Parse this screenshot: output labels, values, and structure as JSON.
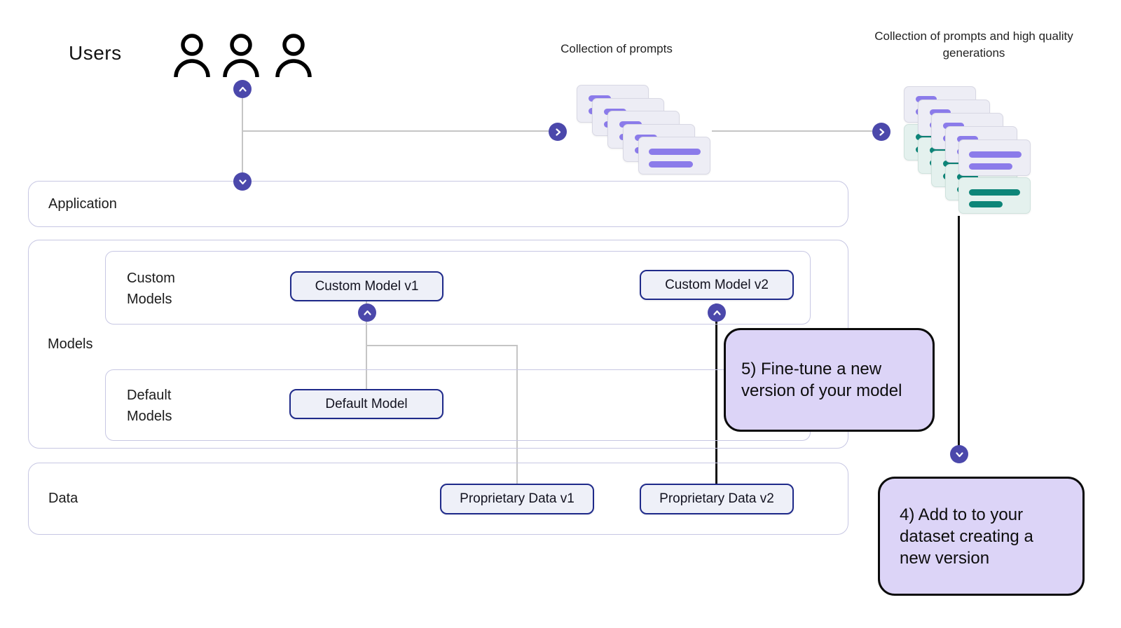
{
  "labels": {
    "users": "Users",
    "collection_of_prompts": "Collection of prompts",
    "collection_of_generations": "Collection of prompts and high quality generations"
  },
  "sections": {
    "application": "Application",
    "models": "Models",
    "custom_models_line1": "Custom",
    "custom_models_line2": "Models",
    "default_models_line1": "Default",
    "default_models_line2": "Models",
    "data": "Data"
  },
  "nodes": {
    "custom_model_v1": "Custom Model v1",
    "custom_model_v2": "Custom Model v2",
    "default_model": "Default Model",
    "proprietary_data_v1": "Proprietary Data v1",
    "proprietary_data_v2": "Proprietary Data v2"
  },
  "callouts": {
    "step5": "5) Fine-tune a new version of your model",
    "step4": "4) Add to to your dataset creating a new version"
  },
  "stacks": {
    "prompts": {
      "card_count": 5
    },
    "generations": {
      "pair_count": 5
    }
  },
  "icons": {
    "user_icon_count": 3,
    "arrow_circles": [
      "up",
      "down",
      "right",
      "right",
      "up",
      "up",
      "down"
    ]
  },
  "colors": {
    "accent_indigo": "#4b48ab",
    "purple_bar": "#8b7bea",
    "teal_bar": "#0d8578",
    "button_border": "#1f2a8a",
    "button_fill": "#eef0f8",
    "box_border": "#c7c7e3",
    "callout_fill": "#dcd4f7",
    "connector_gray": "#c5c5c5",
    "card_lavender": "#ededf5",
    "card_mint": "#e4f1ee",
    "text": "#161616"
  }
}
